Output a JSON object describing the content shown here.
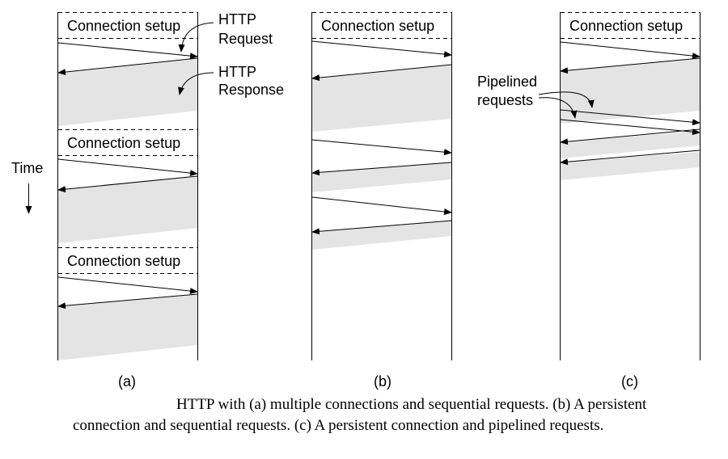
{
  "labels": {
    "connection_setup": "Connection setup",
    "http_request": [
      "HTTP",
      "Request"
    ],
    "http_response": [
      "HTTP",
      "Response"
    ],
    "time": "Time",
    "pipelined": [
      "Pipelined",
      "requests"
    ]
  },
  "panels": [
    "(a)",
    "(b)",
    "(c)"
  ],
  "caption": "HTTP with (a) multiple connections and sequential requests.  (b) A persistent connection and sequential requests.  (c) A persistent connection and pipelined requests."
}
